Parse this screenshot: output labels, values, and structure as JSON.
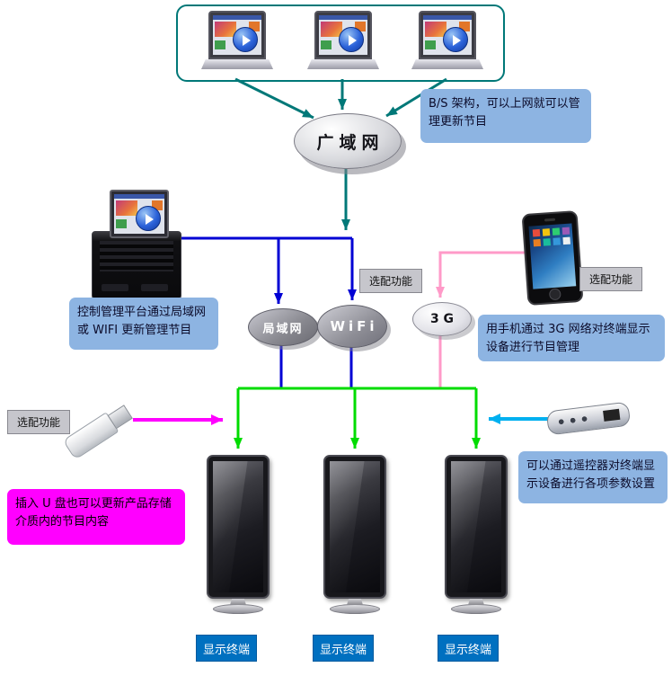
{
  "network_nodes": {
    "wan": {
      "label": "广域网"
    },
    "lan": {
      "label": "局域网"
    },
    "wifi": {
      "label": "WiFi"
    },
    "g3": {
      "label": "3 G"
    }
  },
  "callouts": {
    "bs_architecture": "B/S 架构，可以上网就可以管理更新节目",
    "control_platform": "控制管理平台通过局域网或 WIFI 更新管理节目",
    "phone_3g": "用手机通过 3G 网络对终端显示设备进行节目管理",
    "usb_update": "插入 U 盘也可以更新产品存储介质内的节目内容",
    "remote_settings": "可以通过遥控器对终端显示设备进行各项参数设置"
  },
  "optional_feature_labels": {
    "near_wifi": "选配功能",
    "near_phone": "选配功能",
    "near_usb": "选配功能"
  },
  "display_terminals": {
    "t1": "显示终端",
    "t2": "显示终端",
    "t3": "显示终端"
  },
  "colors": {
    "wan_arrow_teal": "#007878",
    "lan_wire_blue": "#0000D4",
    "terminal_wire_green": "#00DC00",
    "g3_wire_pink": "#FF9AC8",
    "usb_arrow_magenta": "#FF00FF",
    "remote_arrow_cyan": "#00B0F0",
    "callout_blue_bg": "#8DB4E2",
    "usb_callout_bg": "#FF00FF",
    "optional_label_bg": "#C6C6CC",
    "terminal_label_bg": "#0070C0"
  }
}
